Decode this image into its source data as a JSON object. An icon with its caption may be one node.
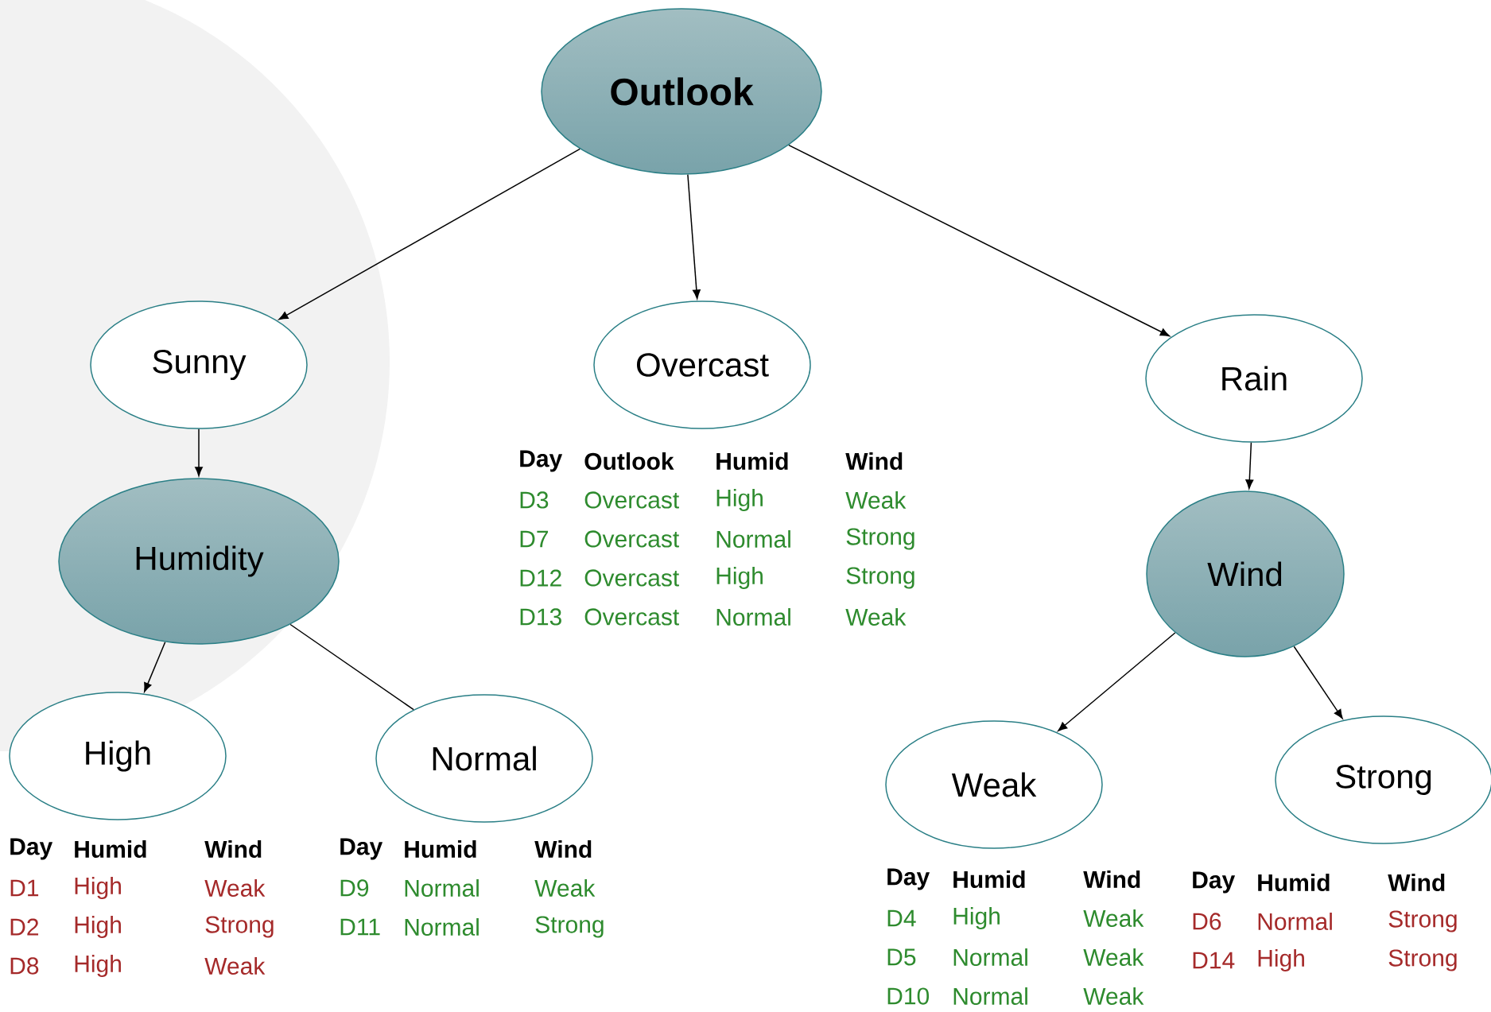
{
  "diagram": {
    "nodes": [
      {
        "text": [
          "Outlook"
        ]
      },
      {
        "text": [
          "Sunny"
        ]
      },
      {
        "text": [
          "Overcast"
        ]
      },
      {
        "text": [
          "Rain"
        ]
      },
      {
        "text": [
          "Humidity"
        ]
      },
      {
        "text": [
          "Wind"
        ]
      },
      {
        "text": [
          "High"
        ]
      },
      {
        "text": [
          "Normal"
        ]
      },
      {
        "text": [
          "Weak"
        ]
      },
      {
        "text": [
          "Strong"
        ]
      }
    ],
    "edges": [
      {
        "from": 0,
        "to": 1,
        "arrow": "to"
      },
      {
        "from": 0,
        "to": 2,
        "arrow": "to"
      },
      {
        "from": 0,
        "to": 3,
        "arrow": "to"
      },
      {
        "from": 1,
        "to": 4,
        "arrow": "to"
      },
      {
        "from": 3,
        "to": 5,
        "arrow": "to"
      },
      {
        "from": 4,
        "to": 6,
        "arrow": "to"
      },
      {
        "from": 4,
        "to": 7,
        "arrow": "none"
      },
      {
        "from": 5,
        "to": 8,
        "arrow": "to"
      },
      {
        "from": 5,
        "to": 9,
        "arrow": "to"
      }
    ],
    "labels": [
      "Day",
      "Outlook",
      "Humid",
      "Wind",
      "D3",
      "Overcast",
      "High",
      "Weak",
      "D7",
      "Overcast",
      "Normal",
      "Strong",
      "D12",
      "Overcast",
      "High",
      "Strong",
      "D13",
      "Overcast",
      "Normal",
      "Weak",
      "Day",
      "Humid",
      "Wind",
      "D1",
      "High",
      "Weak",
      "D2",
      "High",
      "Strong",
      "D8",
      "High",
      "Weak",
      "Day",
      "Humid",
      "Wind",
      "D9",
      "Normal",
      "Weak",
      "D11",
      "Normal",
      "Strong",
      "Day",
      "Humid",
      "Wind",
      "D4",
      "High",
      "Weak",
      "D5",
      "Normal",
      "Weak",
      "D10",
      "Normal",
      "Weak",
      "Day",
      "Humid",
      "Wind",
      "D6",
      "Normal",
      "Strong",
      "D14",
      "High",
      "Strong"
    ]
  }
}
